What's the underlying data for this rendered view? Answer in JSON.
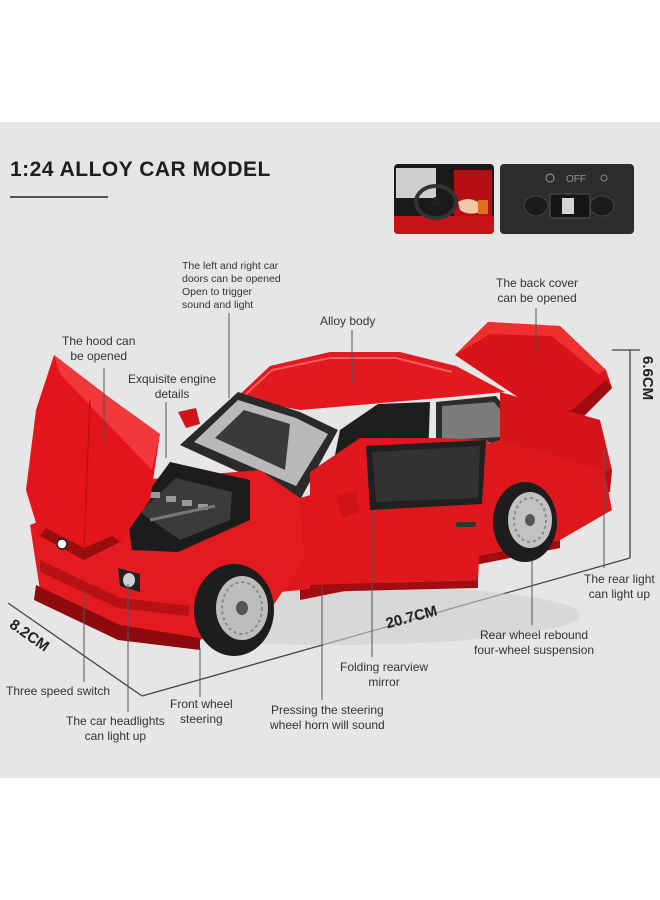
{
  "title": "1:24 ALLOY CAR MODEL",
  "switch_text": "OFF",
  "colors": {
    "panel": "#e6e6e6",
    "car_red": "#e0161b",
    "line": "#444444"
  },
  "labels": {
    "doors": [
      "The left and right car",
      "doors can be opened",
      "Open to trigger",
      "sound and light"
    ],
    "back_cover": [
      "The back cover",
      "can be opened"
    ],
    "alloy_body": "Alloy body",
    "hood": [
      "The hood can",
      "be opened"
    ],
    "engine": [
      "Exquisite engine",
      "details"
    ],
    "rear_light": [
      "The rear light",
      "can light up"
    ],
    "rear_wheel": [
      "Rear wheel rebound",
      "four-wheel suspension"
    ],
    "mirror": [
      "Folding rearview",
      "mirror"
    ],
    "horn": [
      "Pressing the steering",
      "wheel horn will sound"
    ],
    "front_wheel": [
      "Front wheel",
      "steering"
    ],
    "headlights": [
      "The car headlights",
      "can light up"
    ],
    "speed_switch": "Three speed switch"
  },
  "dimensions": {
    "length": "20.7CM",
    "width": "8.2CM",
    "height": "6.6CM"
  }
}
